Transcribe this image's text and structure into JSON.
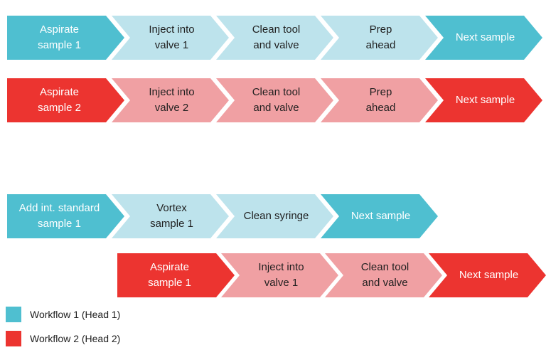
{
  "colors": {
    "w1_dark": "#4fbfd0",
    "w1_light": "#bde3ec",
    "w2_dark": "#ec3430",
    "w2_light": "#f0a0a3"
  },
  "rows": [
    {
      "id": "row1",
      "steps": [
        {
          "label": "Aspirate\nsample 1",
          "tone": "w1_dark"
        },
        {
          "label": "Inject into\nvalve 1",
          "tone": "w1_light"
        },
        {
          "label": "Clean tool\nand valve",
          "tone": "w1_light"
        },
        {
          "label": "Prep\nahead",
          "tone": "w1_light"
        },
        {
          "label": "Next sample",
          "tone": "w1_dark"
        }
      ]
    },
    {
      "id": "row2",
      "steps": [
        {
          "label": "Aspirate\nsample 2",
          "tone": "w2_dark"
        },
        {
          "label": "Inject into\nvalve 2",
          "tone": "w2_light"
        },
        {
          "label": "Clean tool\nand valve",
          "tone": "w2_light"
        },
        {
          "label": "Prep\nahead",
          "tone": "w2_light"
        },
        {
          "label": "Next sample",
          "tone": "w2_dark"
        }
      ]
    },
    {
      "id": "row3",
      "steps": [
        {
          "label": "Add int. standard\nsample 1",
          "tone": "w1_dark"
        },
        {
          "label": "Vortex\nsample 1",
          "tone": "w1_light"
        },
        {
          "label": "Clean syringe",
          "tone": "w1_light"
        },
        {
          "label": "Next sample",
          "tone": "w1_dark"
        }
      ]
    },
    {
      "id": "row4",
      "steps": [
        {
          "label": "Aspirate\nsample 1",
          "tone": "w2_dark"
        },
        {
          "label": "Inject into\nvalve 1",
          "tone": "w2_light"
        },
        {
          "label": "Clean tool\nand valve",
          "tone": "w2_light"
        },
        {
          "label": "Next sample",
          "tone": "w2_dark"
        }
      ]
    }
  ],
  "legend": [
    {
      "label": "Workflow 1 (Head 1)",
      "tone": "w1_dark"
    },
    {
      "label": "Workflow 2 (Head 2)",
      "tone": "w2_dark"
    }
  ]
}
